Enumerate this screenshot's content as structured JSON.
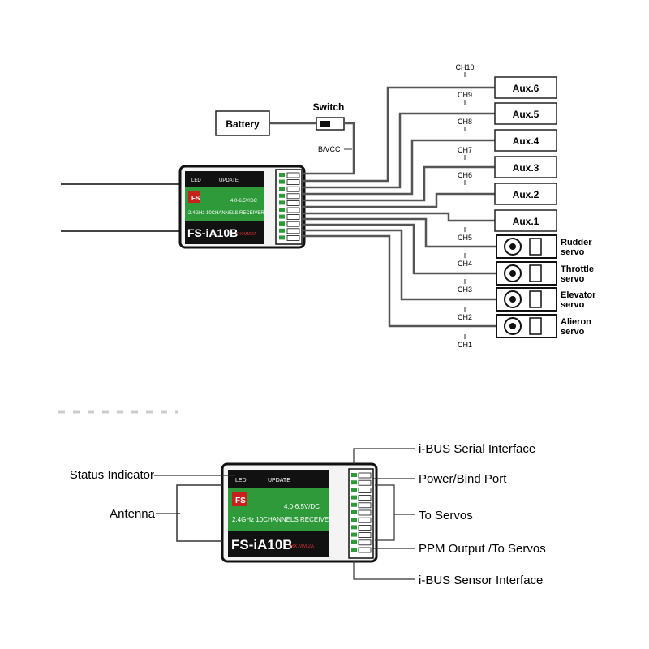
{
  "top_diagram": {
    "battery": "Battery",
    "switch": "Switch",
    "bvcc": "B/VCC",
    "receiver": {
      "led": "LED",
      "update": "UPDATE",
      "voltage": "4.0-6.5V/DC",
      "desc": "2.4GHz 10CHANNELS RECEIVER",
      "model": "FS-iA10B",
      "logo": "FS",
      "version": "RX.MM.2A"
    },
    "channels": [
      "CH10",
      "CH9",
      "CH8",
      "CH7",
      "CH6",
      "CH5",
      "CH4",
      "CH3",
      "CH2",
      "CH1"
    ],
    "aux": [
      "Aux.6",
      "Aux.5",
      "Aux.4",
      "Aux.3",
      "Aux.2",
      "Aux.1"
    ],
    "servos": [
      {
        "line1": "Rudder",
        "line2": "servo"
      },
      {
        "line1": "Throttle",
        "line2": "servo"
      },
      {
        "line1": "Elevator",
        "line2": "servo"
      },
      {
        "line1": "Alieron",
        "line2": "servo"
      }
    ]
  },
  "bottom_diagram": {
    "receiver": {
      "led": "LED",
      "update": "UPDATE",
      "voltage": "4.0-6.5V/DC",
      "desc": "2.4GHz 10CHANNELS RECEIVER",
      "model": "FS-iA10B",
      "logo": "FS",
      "version": "RX.MM.2A"
    },
    "labels": {
      "status": "Status Indicator",
      "antenna": "Antenna",
      "ibus_serial": "i-BUS Serial Interface",
      "power_bind": "Power/Bind Port",
      "to_servos": "To Servos",
      "ppm": "PPM Output /To Servos",
      "ibus_sensor": "i-BUS Sensor Interface"
    }
  }
}
